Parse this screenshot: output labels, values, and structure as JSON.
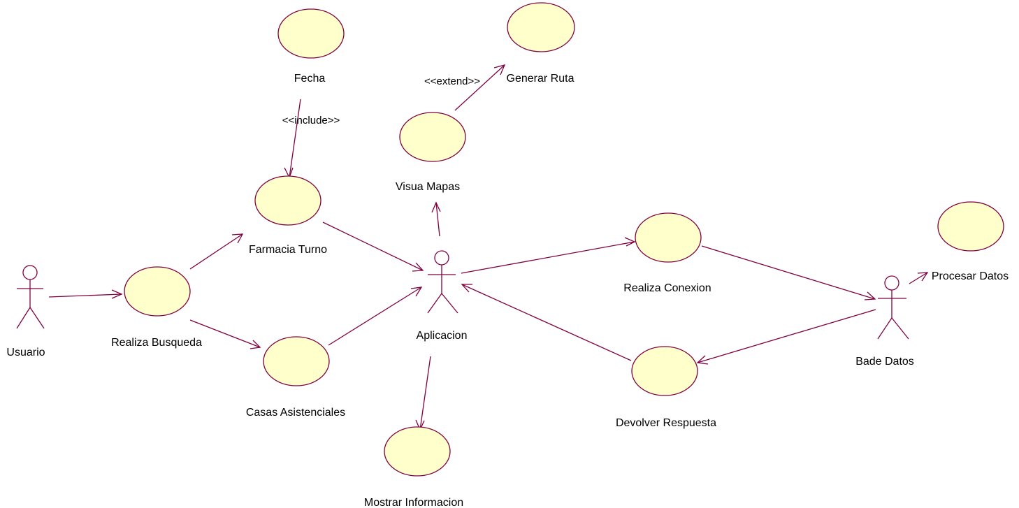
{
  "actors": {
    "usuario": "Usuario",
    "aplicacion": "Aplicacion",
    "bade_datos": "Bade Datos"
  },
  "use_cases": {
    "fecha": "Fecha",
    "generar_ruta": "Generar Ruta",
    "visua_mapas": "Visua Mapas",
    "farmacia_turno": "Farmacia Turno",
    "realiza_busqueda": "Realiza Busqueda",
    "casas_asistenciales": "Casas Asistenciales",
    "mostrar_informacion": "Mostrar Informacion",
    "realiza_conexion": "Realiza Conexion",
    "devolver_respuesta": "Devolver Respuesta",
    "procesar_datos": "Procesar Datos"
  },
  "stereotypes": {
    "include": "<<include>>",
    "extend": "<<extend>>"
  },
  "colors": {
    "line": "#800040",
    "use_case_fill": "#ffffcc"
  }
}
